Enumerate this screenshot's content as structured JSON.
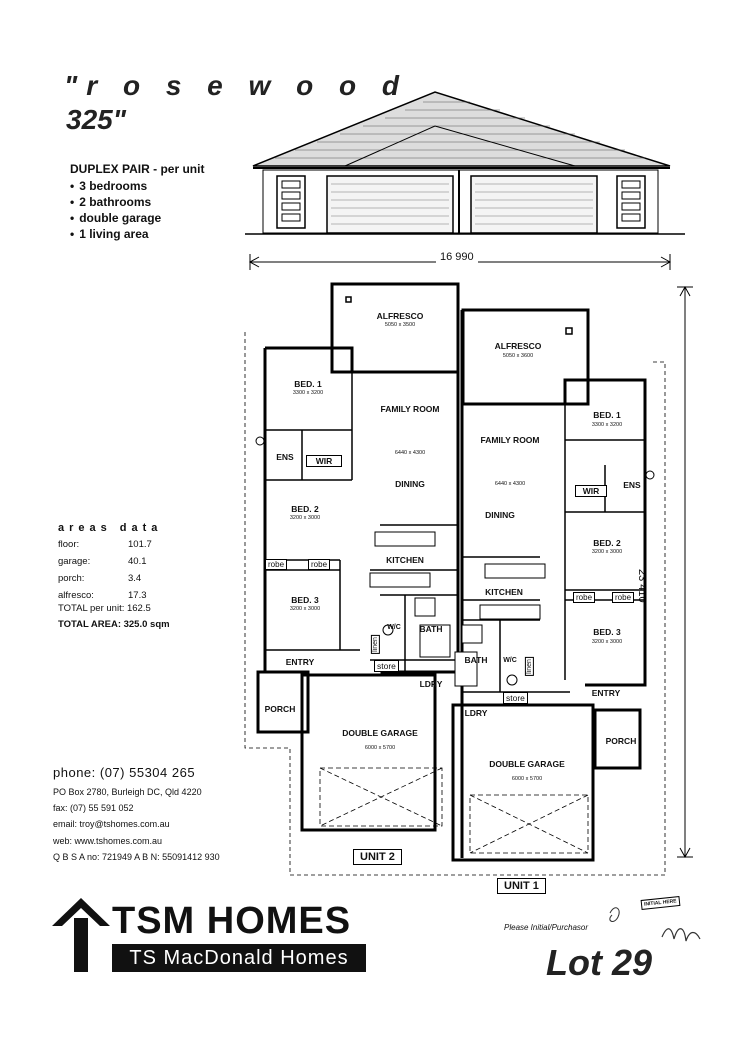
{
  "header": {
    "title_line1": "\"r o s e w o o d",
    "title_line2": "325\"",
    "subtitle": "DUPLEX PAIR - per unit",
    "features": [
      "3 bedrooms",
      "2 bathrooms",
      "double garage",
      "1 living area"
    ]
  },
  "dimensions": {
    "width": "16 990",
    "depth": "23 410"
  },
  "areas": {
    "heading": "areas data",
    "rows": [
      {
        "label": "floor:",
        "value": "101.7"
      },
      {
        "label": "garage:",
        "value": "40.1"
      },
      {
        "label": "porch:",
        "value": "3.4"
      },
      {
        "label": "alfresco:",
        "value": "17.3"
      }
    ],
    "total_per_unit": "TOTAL per unit: 162.5",
    "total_area": "TOTAL AREA:  325.0 sqm"
  },
  "contact": {
    "phone": "phone:  (07) 55304 265",
    "po_box": "PO Box 2780, Burleigh DC, Qld 4220",
    "fax": "fax: (07) 55 591 052",
    "email": "email: troy@tshomes.com.au",
    "web": "web: www.tshomes.com.au",
    "licence": "Q B S A no: 721949   A B N: 55091412 930"
  },
  "rooms": {
    "alfresco": "ALFRESCO",
    "alfresco_dim": "5050 x 3500",
    "alfresco_dim_r": "5050 x 3600",
    "bed1": "BED. 1",
    "bed1_dim": "3300 x 3200",
    "bed2": "BED. 2",
    "bed2_dim": "3200 x 3000",
    "bed3": "BED. 3",
    "bed3_dim": "3200 x 3000",
    "family": "FAMILY ROOM",
    "family_dim": "6440 x 4300",
    "dining": "DINING",
    "kitchen": "KITCHEN",
    "ens": "ENS",
    "wir": "WIR",
    "robe": "robe",
    "bath": "BATH",
    "wc": "W/C",
    "linen": "linen",
    "store": "store",
    "ldry": "LDRY",
    "entry": "ENTRY",
    "porch": "PORCH",
    "garage": "DOUBLE GARAGE",
    "garage_dim": "6000 x 5700"
  },
  "units": {
    "unit1": "UNIT 1",
    "unit2": "UNIT 2"
  },
  "branding": {
    "logo_main": "TSM HOMES",
    "logo_sub": "TS MacDonald Homes",
    "initial_label": "Please Initial/Purchasor",
    "initial_stamp": "INITIAL HERE",
    "lot": "Lot 29"
  }
}
